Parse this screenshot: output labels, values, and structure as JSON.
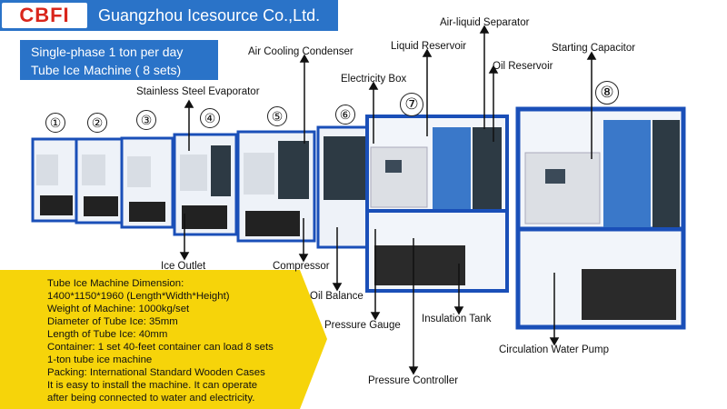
{
  "header": {
    "logo": "CBFI",
    "company": "Guangzhou Icesource Co.,Ltd."
  },
  "title": {
    "line1": "Single-phase 1 ton per day",
    "line2": "Tube Ice Machine ( 8 sets)"
  },
  "numbers": [
    "①",
    "②",
    "③",
    "④",
    "⑤",
    "⑥",
    "⑦",
    "⑧"
  ],
  "labels": {
    "air_cooling_condenser": "Air Cooling Condenser",
    "stainless_steel_evaporator": "Stainless Steel Evaporator",
    "electricity_box": "Electricity Box",
    "liquid_reservoir": "Liquid Reservoir",
    "air_liquid_separator": "Air-liquid Separator",
    "oil_reservoir": "Oil Reservoir",
    "starting_capacitor": "Starting Capacitor",
    "ice_outlet": "Ice Outlet",
    "compressor": "Compressor",
    "oil_balance": "Oil Balance",
    "pressure_gauge": "Pressure Gauge",
    "insulation_tank": "Insulation Tank",
    "circulation_water_pump": "Circulation Water Pump",
    "pressure_controller": "Pressure Controller"
  },
  "info": [
    "Tube Ice Machine Dimension:",
    "1400*1150*1960 (Length*Width*Height)",
    "Weight of Machine: 1000kg/set",
    "Diameter of Tube Ice: 35mm",
    "Length of Tube Ice: 40mm",
    "Container: 1 set 40-feet container can load 8 sets",
    "1-ton tube ice machine",
    "Packing: International Standard Wooden Cases",
    "It is easy to install the machine. It can operate",
    "after being connected to water and electricity."
  ],
  "colors": {
    "brand_blue": "#2a73c8",
    "frame_blue": "#1a4fb8",
    "info_yellow": "#f6d40a",
    "logo_red": "#d9261c"
  }
}
